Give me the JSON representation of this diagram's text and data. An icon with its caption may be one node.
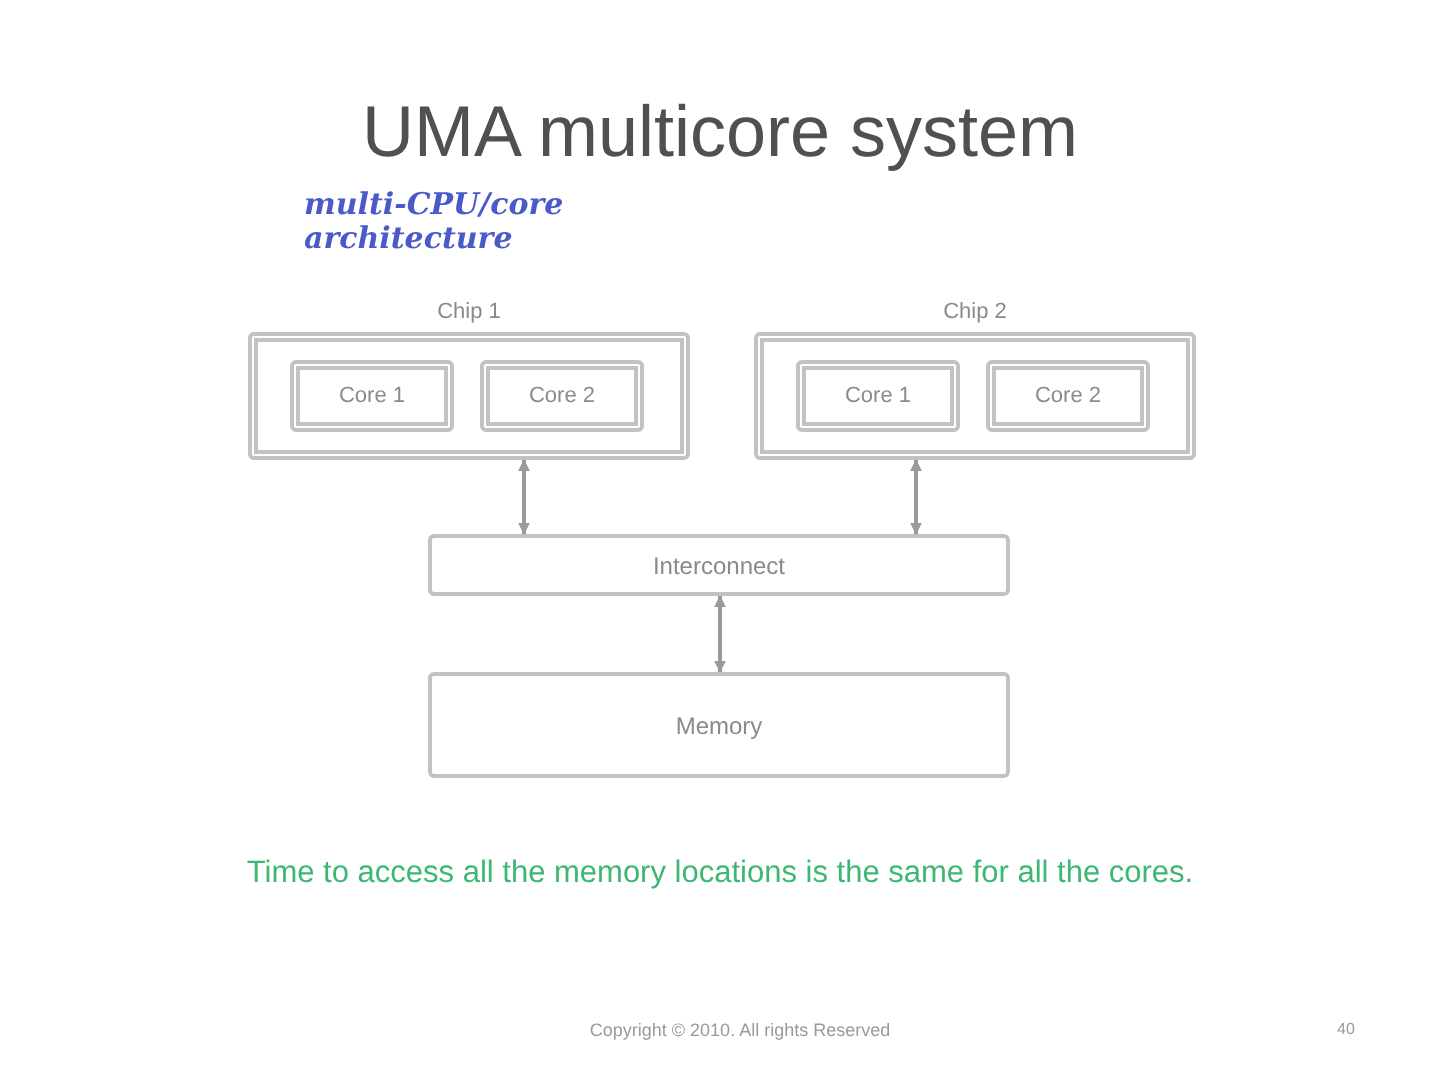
{
  "diagram": {
    "title": "UMA multicore system",
    "nodes": [
      {
        "text": [
          "Chip 1"
        ]
      },
      {
        "text": [
          "Core 1"
        ],
        "in": 0
      },
      {
        "text": [
          "Core 2"
        ],
        "in": 0
      },
      {
        "text": [
          "Chip 2"
        ]
      },
      {
        "text": [
          "Core 1"
        ],
        "in": 3
      },
      {
        "text": [
          "Core 2"
        ],
        "in": 3
      },
      {
        "text": [
          "Interconnect"
        ]
      },
      {
        "text": [
          "Memory"
        ]
      }
    ],
    "edges": [
      {
        "from": 0,
        "to": 6,
        "arrow": "both"
      },
      {
        "from": 3,
        "to": 6,
        "arrow": "both"
      },
      {
        "from": 6,
        "to": 7,
        "arrow": "both"
      }
    ],
    "labels": [
      "multi-CPU/core architecture",
      "Time to access all the memory locations is the same for all the cores.",
      "Copyright © 2010. All rights Reserved",
      "40"
    ]
  }
}
